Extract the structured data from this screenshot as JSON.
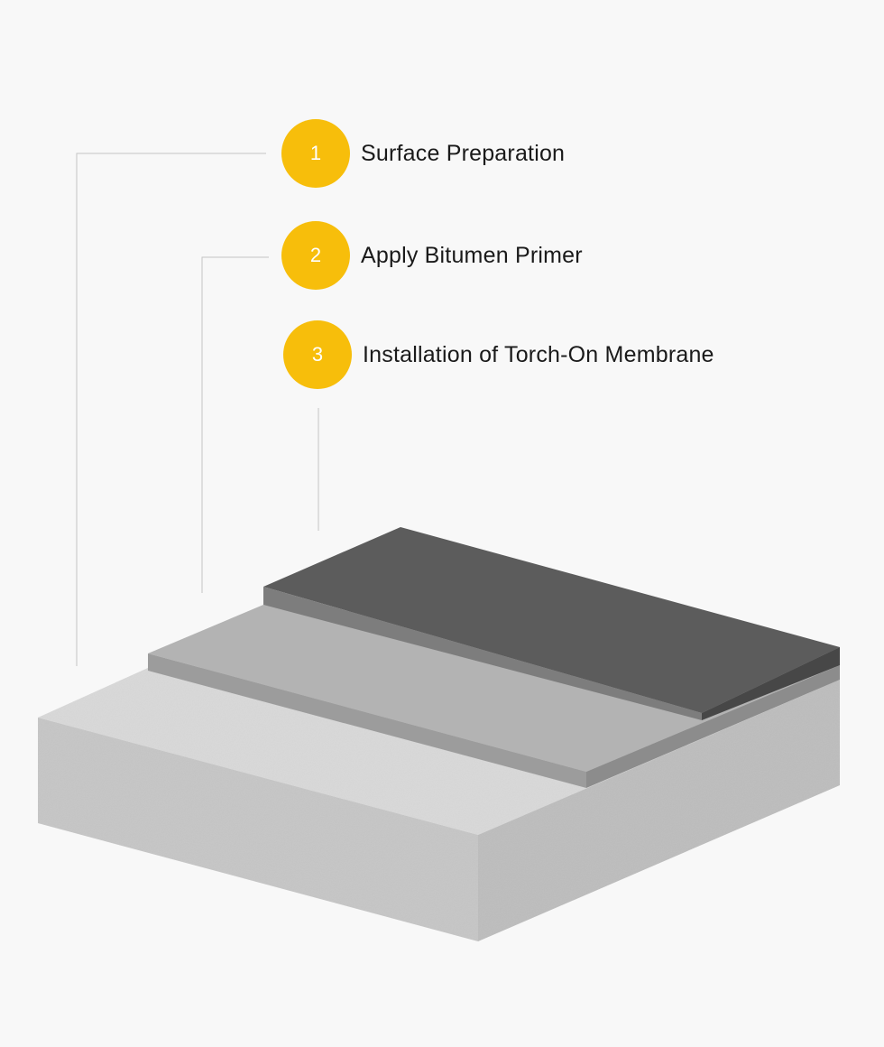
{
  "accent_color": "#F7BE0B",
  "steps": [
    {
      "number": "1",
      "label": "Surface Preparation"
    },
    {
      "number": "2",
      "label": "Apply Bitumen Primer"
    },
    {
      "number": "3",
      "label": "Installation of Torch-On Membrane"
    }
  ]
}
